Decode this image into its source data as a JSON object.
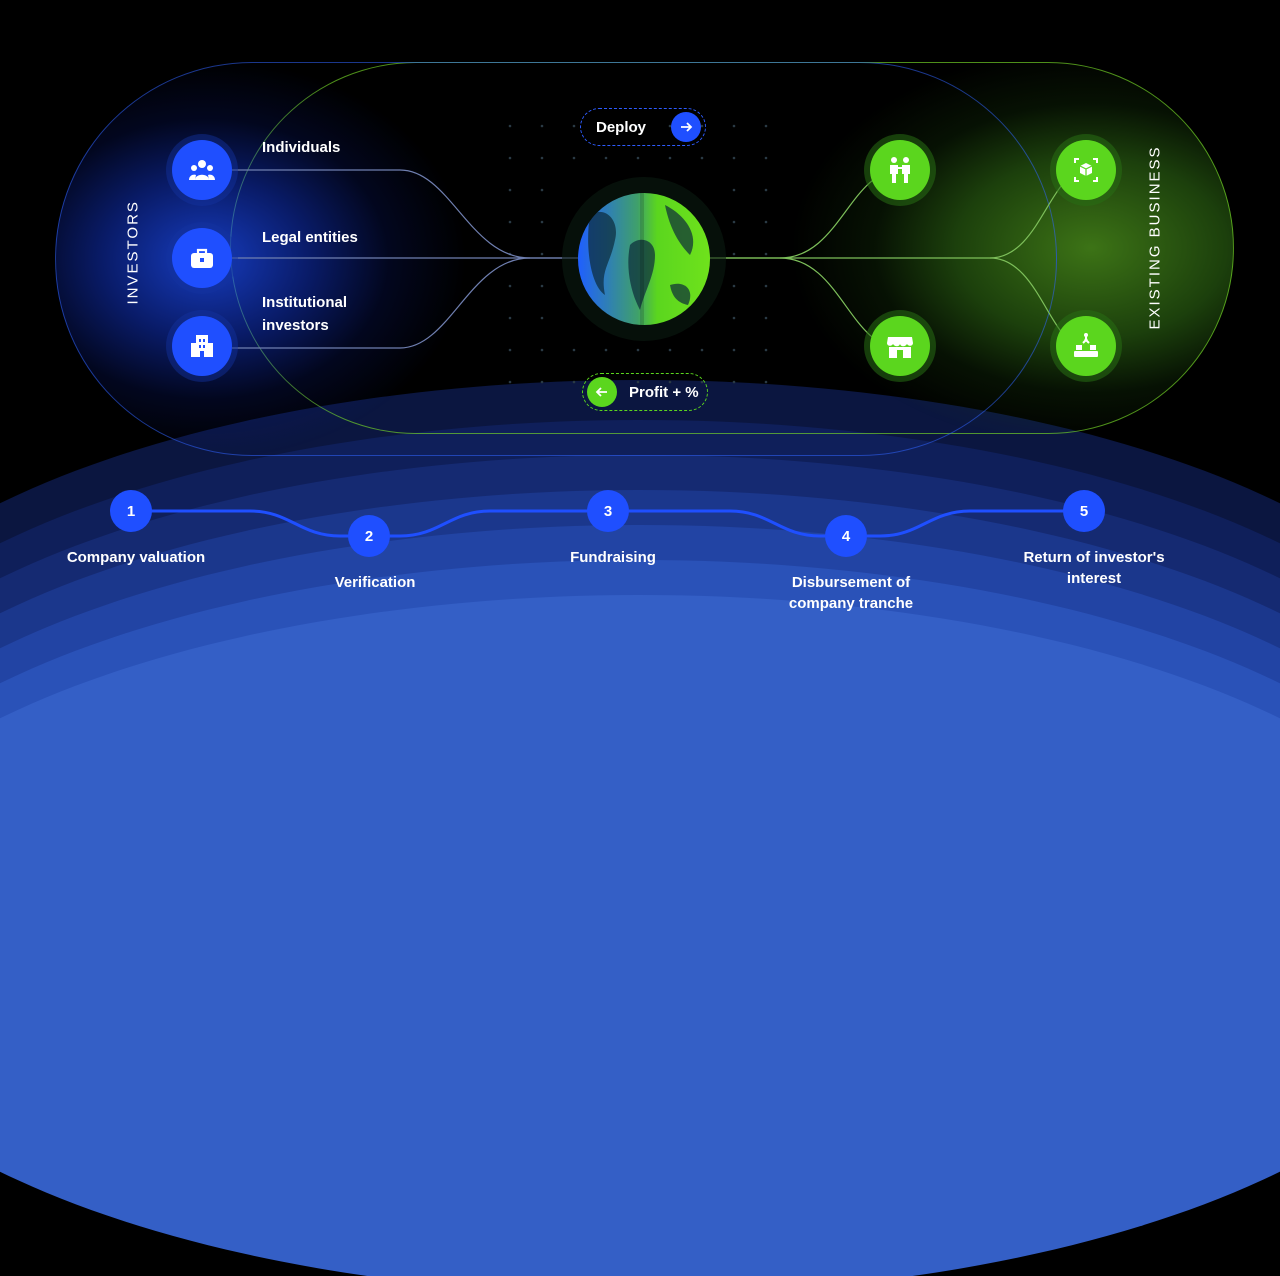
{
  "left_group": {
    "title": "INVESTORS",
    "items": [
      {
        "label": "Individuals",
        "icon": "people-group-icon"
      },
      {
        "label": "Legal entities",
        "icon": "briefcase-icon"
      },
      {
        "label": "Institutional investors",
        "icon": "building-icon"
      }
    ]
  },
  "right_group": {
    "title": "EXISTING BUSINESS",
    "icons": [
      "handshake-people-icon",
      "storefront-icon",
      "cube-network-icon",
      "conveyor-robot-icon"
    ]
  },
  "center": {
    "globe_icon": "globe-icon",
    "deploy_label": "Deploy",
    "profit_label": "Profit + %"
  },
  "steps": [
    {
      "number": "1",
      "label": "Company valuation"
    },
    {
      "number": "2",
      "label": "Verification"
    },
    {
      "number": "3",
      "label": "Fundraising"
    },
    {
      "number": "4",
      "label": "Disbursement of company tranche"
    },
    {
      "number": "5",
      "label": "Return of investor's interest"
    }
  ],
  "colors": {
    "blue": "#1f4fff",
    "green": "#5bd61e",
    "background": "#000000"
  }
}
